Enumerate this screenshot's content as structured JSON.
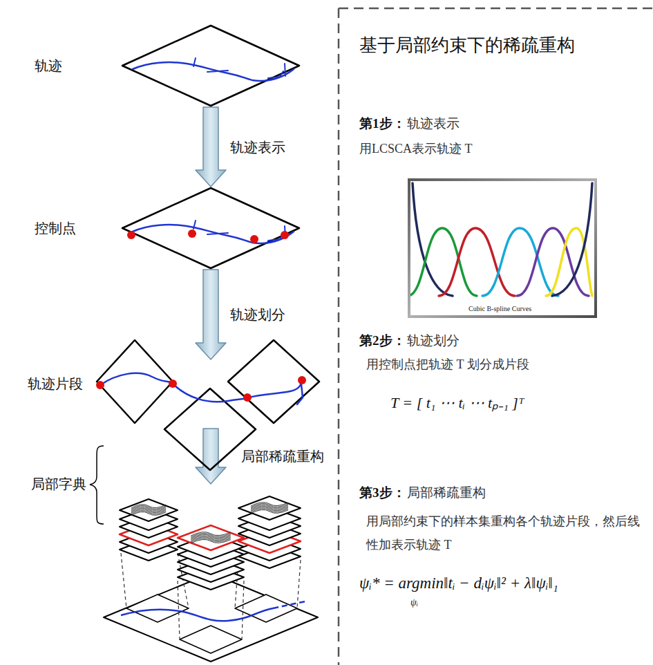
{
  "diagram": {
    "nodes": [
      {
        "text": [
          "轨迹"
        ]
      },
      {
        "text": [
          "控制点"
        ]
      },
      {
        "text": [
          "轨迹片段"
        ]
      },
      {
        "text": [
          "局部字典"
        ]
      }
    ],
    "edges": [
      {
        "from": 0,
        "to": 1,
        "arrow": "to",
        "label": "轨迹表示"
      },
      {
        "from": 1,
        "to": 2,
        "arrow": "to",
        "label": "轨迹划分"
      },
      {
        "from": 2,
        "to": 3,
        "arrow": "to",
        "label": "局部稀疏重构"
      }
    ],
    "labels": [
      "基于局部约束下的稀疏重构",
      "第1步：",
      "轨迹表示",
      "用LCSCA表示轨迹 T",
      "Cubic B-spline Curves",
      "第2步：",
      "轨迹划分",
      "用控制点把轨迹 T 划分成片段",
      "T = [ t₁  ⋯  tᵢ  ⋯  tₚ₋₁ ]ᵀ",
      "第3步：",
      "局部稀疏重构",
      "用局部约束下的样本集重构各个轨迹片段，然后线性加表示轨迹 T",
      "ψᵢ* = argmin‖tᵢ − dᵢψᵢ‖² + λ‖ψᵢ‖₁",
      "ψᵢ"
    ]
  }
}
